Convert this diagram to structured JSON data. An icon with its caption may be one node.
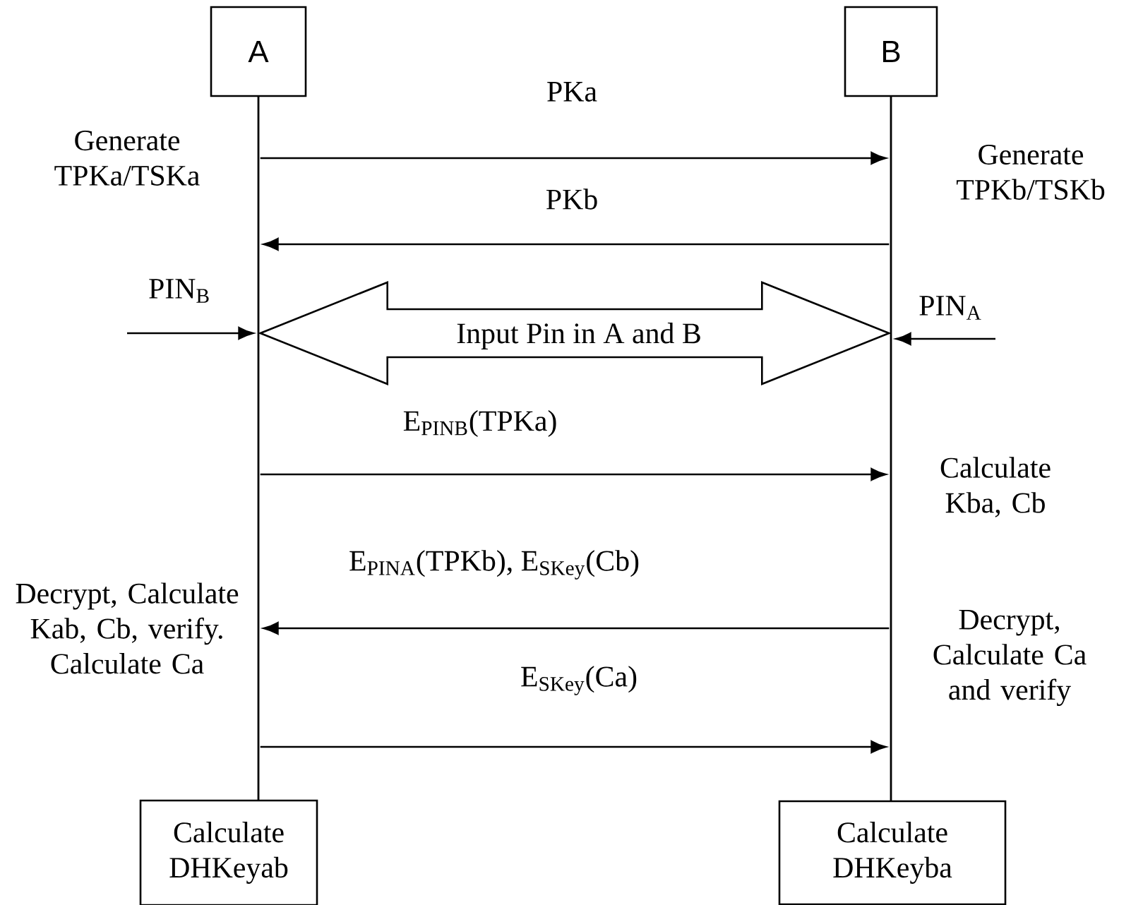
{
  "diagram": {
    "nodes": [
      {
        "text": [
          "A"
        ]
      },
      {
        "text": [
          "B"
        ]
      },
      {
        "text": [],
        "shape": "bar"
      },
      {
        "text": [],
        "shape": "bar"
      },
      {
        "text": [
          "Calculate DHKeyab"
        ]
      },
      {
        "text": [
          "Calculate DHKeyba"
        ]
      }
    ],
    "edges": [
      {
        "from": 2,
        "to": 3,
        "arrow": "to",
        "label": "PKa"
      },
      {
        "from": 3,
        "to": 2,
        "arrow": "to",
        "label": "PKb"
      },
      {
        "from": null,
        "to": 2,
        "arrow": "to",
        "label": "PIN$_{B}$"
      },
      {
        "from": null,
        "to": 3,
        "arrow": "to",
        "label": "PIN$_{A}$"
      },
      {
        "from": 2,
        "to": 3,
        "arrow": "both",
        "style": "thick",
        "label": "Input Pin in A and B"
      },
      {
        "from": 2,
        "to": 3,
        "arrow": "to",
        "label": "E$_{PINB}$(TPKa)"
      },
      {
        "from": 3,
        "to": 2,
        "arrow": "to",
        "label": "E$_{PINA}$(TPKb), E$_{SKey}$(Cb)"
      },
      {
        "from": 2,
        "to": 3,
        "arrow": "to",
        "label": "E$_{SKey}$(Ca)"
      }
    ],
    "labels": [
      "Generate TPKa/TSKa",
      "Generate TPKb/TSKb",
      "Calculate Kba, Cb",
      "Decrypt, Calculate Kab, Cb, verify. Calculate Ca",
      "Decrypt, Calculate Ca and verify"
    ]
  }
}
